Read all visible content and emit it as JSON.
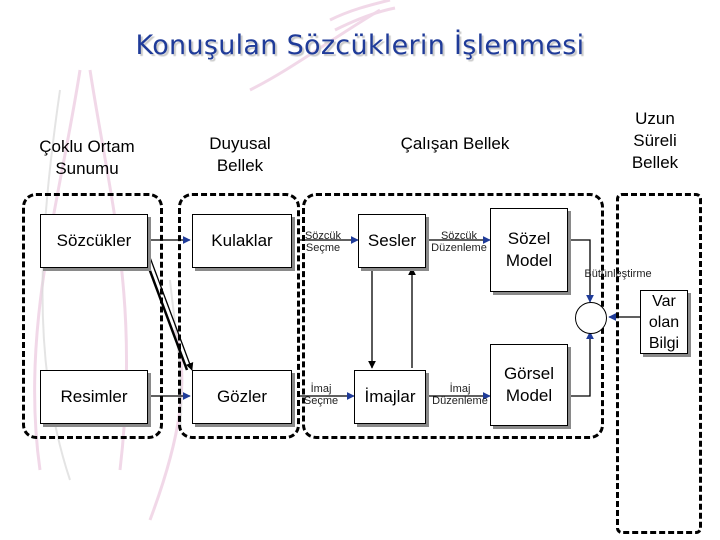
{
  "title": "Konuşulan Sözcüklerin İşlenmesi",
  "headers": {
    "multimedia": "Çoklu Ortam Sunumu",
    "sensory": "Duyusal Bellek",
    "working": "Çalışan Bellek",
    "longterm": "Uzun Süreli Bellek"
  },
  "boxes": {
    "words": "Sözcükler",
    "pictures": "Resimler",
    "ears": "Kulaklar",
    "eyes": "Gözler",
    "sounds": "Sesler",
    "images": "İmajlar",
    "verbal_model": "Sözel Model",
    "pictorial_model": "Görsel Model",
    "prior_knowledge": "Var olan Bilgi"
  },
  "labels": {
    "select_words": "Sözcük Seçme",
    "organize_words": "Sözcük Düzenleme",
    "select_images": "İmaj Seçme",
    "organize_images": "İmaj Düzenleme",
    "integrate": "Bütünleştirme"
  },
  "colors": {
    "title": "#1f3b99",
    "arrow": "#1f3b99",
    "watermark": "#e7b9d6"
  }
}
